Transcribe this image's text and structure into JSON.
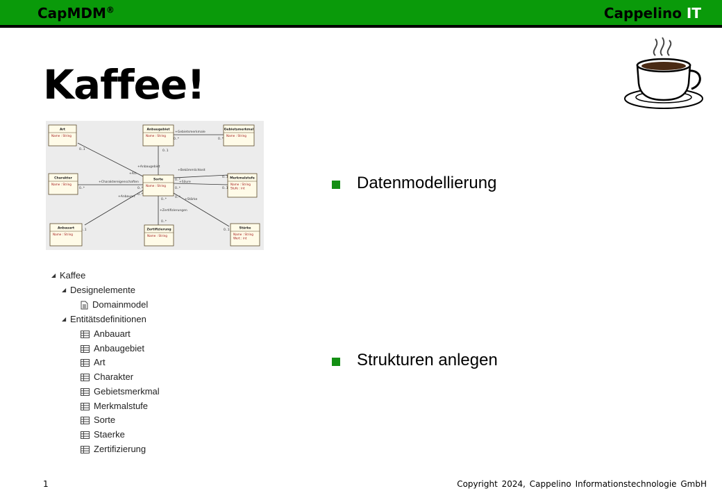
{
  "header": {
    "brand_left_a": "Cap",
    "brand_left_b": "MDM",
    "brand_left_reg": "®",
    "brand_right_a": "Cappelino ",
    "brand_right_b": "IT"
  },
  "slide": {
    "title": "Kaffee!"
  },
  "uml": {
    "classes": [
      {
        "name": "Art",
        "attrs": [
          "Name : String"
        ]
      },
      {
        "name": "Anbaugebiet",
        "attrs": [
          "Name : String"
        ]
      },
      {
        "name": "Gebietsmerkmal",
        "attrs": [
          "Name : String"
        ]
      },
      {
        "name": "Charakter",
        "attrs": [
          "Name : String"
        ]
      },
      {
        "name": "Sorte",
        "attrs": [
          "Name : String"
        ]
      },
      {
        "name": "Merkmalstufe",
        "attrs": [
          "Name : String",
          "Stufe : int"
        ]
      },
      {
        "name": "Anbauart",
        "attrs": [
          "Name : String"
        ]
      },
      {
        "name": "Zertifizierung",
        "attrs": [
          "Name : String"
        ]
      },
      {
        "name": "Stärke",
        "attrs": [
          "Name : String",
          "Wert : int"
        ]
      }
    ],
    "labels": [
      "+Gebietsmerkmale",
      "+Anbaugebiet",
      "+Art",
      "+Bekömmlichkeit",
      "+Charaktereigenschaften",
      "+Säure",
      "+Anbauart",
      "+Stärke",
      "+Zertifizierungen",
      "0..1",
      "0..*"
    ]
  },
  "tree": {
    "root": "Kaffee",
    "design_group": "Designelemente",
    "design_items": [
      "Domainmodel"
    ],
    "entity_group": "Entitätsdefinitionen",
    "entity_items": [
      "Anbauart",
      "Anbaugebiet",
      "Art",
      "Charakter",
      "Gebietsmerkmal",
      "Merkmalstufe",
      "Sorte",
      "Staerke",
      "Zertifizierung"
    ]
  },
  "bullets": [
    "Datenmodellierung",
    "Strukturen anlegen"
  ],
  "footer": {
    "page": "1",
    "copyright": "Copyright 2024, Cappelino Informationstechnologie GmbH"
  },
  "colors": {
    "header_green": "#0a9a0a",
    "bullet_green": "#138f13",
    "it_white": "#ffffff"
  }
}
